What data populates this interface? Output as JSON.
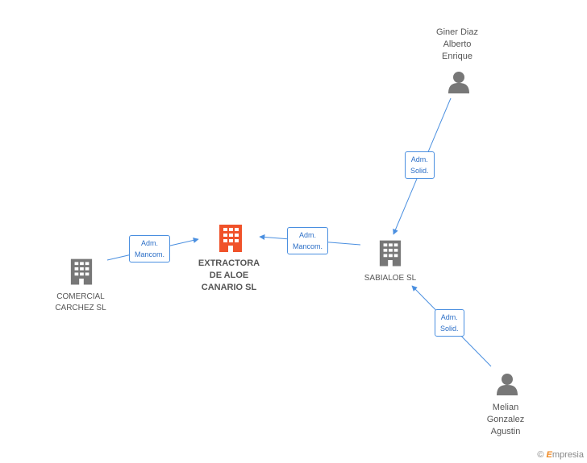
{
  "nodes": {
    "extractora": {
      "label": "EXTRACTORA\nDE ALOE\nCANARIO SL",
      "color": "#f0522a"
    },
    "comercial": {
      "label": "COMERCIAL\nCARCHEZ  SL",
      "color": "#777777"
    },
    "sabialoe": {
      "label": "SABIALOE SL",
      "color": "#777777"
    },
    "giner": {
      "label": "Giner Diaz\nAlberto\nEnrique",
      "color": "#777777"
    },
    "melian": {
      "label": "Melian\nGonzalez\nAgustin",
      "color": "#777777"
    }
  },
  "edges": {
    "comercial_to_extractora": "Adm.\nMancom.",
    "sabialoe_to_extractora": "Adm.\nMancom.",
    "giner_to_sabialoe": "Adm.\nSolid.",
    "melian_to_sabialoe": "Adm.\nSolid."
  },
  "footer": {
    "copyright": "©",
    "brand_first": "E",
    "brand_rest": "mpresia"
  }
}
